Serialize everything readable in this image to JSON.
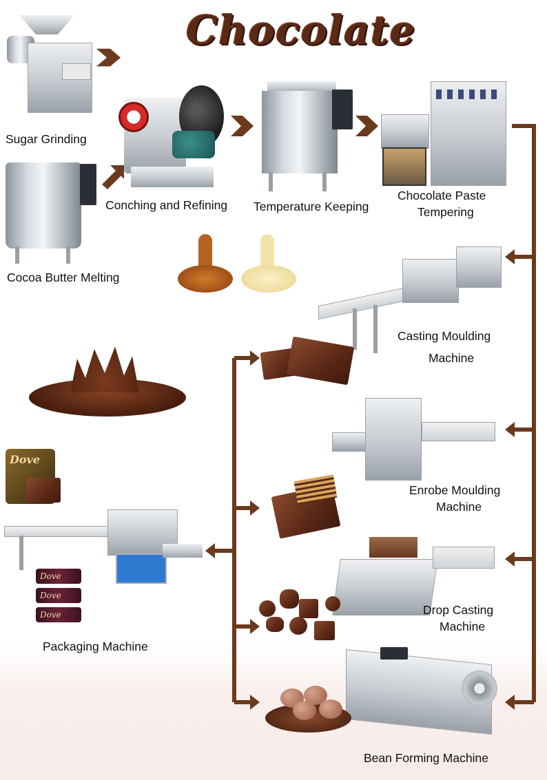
{
  "title": "Chocolate",
  "labels": {
    "sugar_grinding": "Sugar Grinding",
    "cocoa_butter_melting": "Cocoa Butter Melting",
    "conching_refining": "Conching and Refining",
    "temperature_keeping": "Temperature Keeping",
    "tempering_line1": "Chocolate Paste",
    "tempering_line2": "Tempering",
    "casting_line1": "Casting Moulding",
    "casting_line2": "Machine",
    "enrobe_line1": "Enrobe Moulding",
    "enrobe_line2": "Machine",
    "drop_line1": "Drop Casting",
    "drop_line2": "Machine",
    "bean_forming": "Bean Forming Machine",
    "packaging": "Packaging Machine"
  },
  "brand_text": "Dove",
  "colors": {
    "arrow_brown": "#6b3a1c",
    "chocolate": "#5a2816",
    "steel": "#c9ced3",
    "caramel": "#b8621f",
    "cream": "#f3e3a8"
  }
}
